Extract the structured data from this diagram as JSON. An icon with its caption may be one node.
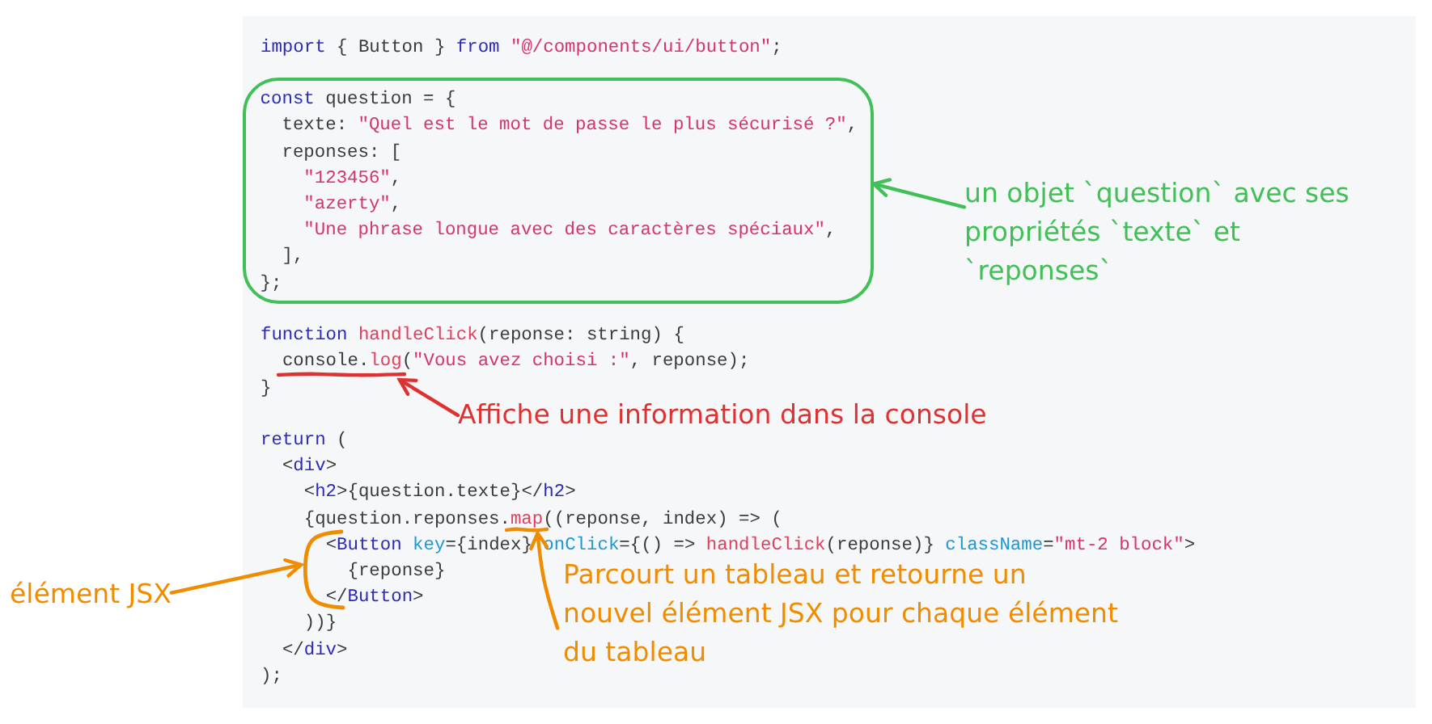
{
  "diagram": {
    "nodes": [
      {
        "text": [
          "import { Button } from \"@/components/ui/button\";",
          "function handleClick(reponse: string) {",
          "console.log(\"Vous avez choisi :\", reponse);",
          "}",
          "return (",
          "<div>",
          "<h2>{question.texte}</h2>",
          "{question.reponses.map((reponse, index) => (",
          "<Button key={index} onClick={() => handleClick(reponse)} className=\"mt-2 block\">",
          "{reponse}",
          "</Button>",
          "))}",
          "</div>",
          ");"
        ]
      },
      {
        "text": [
          "const question = {",
          "texte: \"Quel est le mot de passe le plus sécurisé ?\",",
          "reponses: [",
          "\"123456\",",
          "\"azerty\",",
          "\"Une phrase longue avec des caractères spéciaux\",",
          "],",
          "};"
        ],
        "in": 0
      },
      {
        "text": [
          "un objet `question` avec ses propriétés `texte` et `reponses`"
        ],
        "in": 0
      },
      {
        "text": [],
        "shape": "bar",
        "in": 0
      },
      {
        "text": [
          "Affiche une information dans la console"
        ],
        "in": 0
      },
      {
        "text": [],
        "shape": "bar",
        "in": 0
      },
      {
        "text": [
          "Parcourt un tableau et retourne un nouvel élément JSX pour chaque élément du tableau"
        ],
        "in": 0
      },
      {
        "text": [],
        "shape": "bracket",
        "in": 0
      },
      {
        "text": [
          "élément JSX"
        ]
      }
    ],
    "edges": [
      {
        "from": 2,
        "to": 1,
        "arrow": "to",
        "color": "#40c057"
      },
      {
        "from": 4,
        "to": 3,
        "arrow": "to",
        "color": "#e03131"
      },
      {
        "from": 6,
        "to": 5,
        "arrow": "to",
        "color": "#f08c00"
      },
      {
        "from": 8,
        "to": 7,
        "arrow": "to",
        "color": "#f08c00"
      }
    ]
  }
}
